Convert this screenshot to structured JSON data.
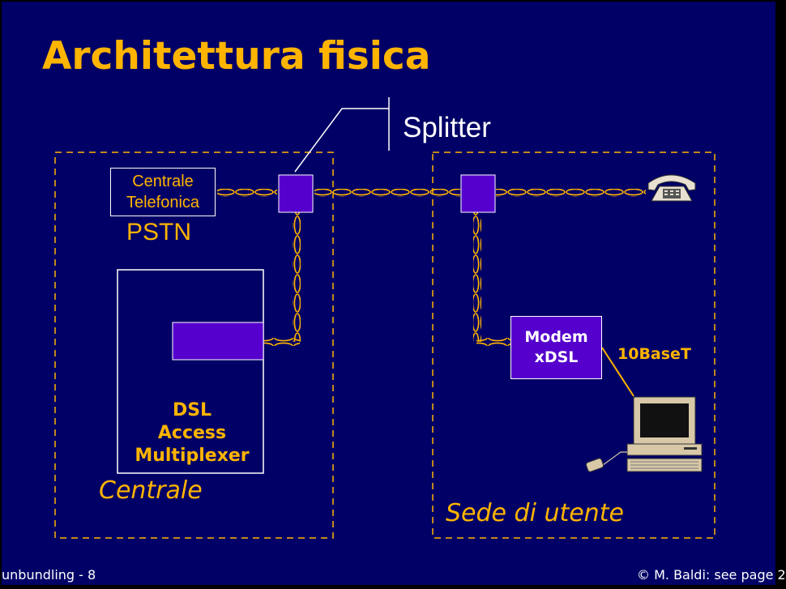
{
  "title": "Architettura fisica",
  "splitter_label": "Splitter",
  "pstn": {
    "line1": "Centrale",
    "line2": "Telefonica",
    "sub": "PSTN"
  },
  "dslam": {
    "line1": "DSL",
    "line2": "Access",
    "line3": "Multiplexer"
  },
  "centrale_label": "Centrale",
  "sede_label": "Sede di utente",
  "modem": {
    "line1": "Modem",
    "line2": "xDSL"
  },
  "ethernet_label": "10BaseT",
  "footer": {
    "left": "unbundling - 8",
    "right": "© M. Baldi: see page 2"
  },
  "colors": {
    "background": "#000066",
    "accent": "#FFB400",
    "device_fill": "#5500CC",
    "text": "#FFFFFF"
  },
  "icons": {
    "phone": "telephone-icon",
    "computer": "computer-icon",
    "mouse": "mouse-icon"
  }
}
